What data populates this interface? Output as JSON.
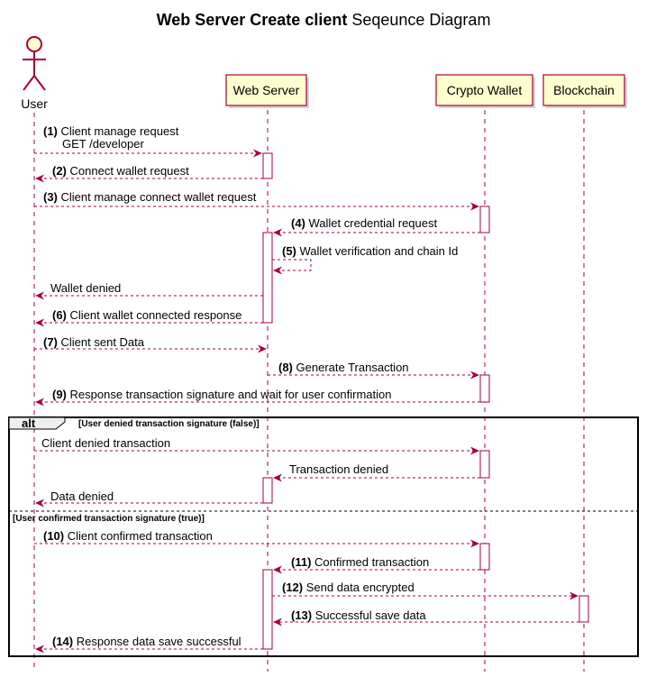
{
  "title_bold": "Web Server Create client",
  "title_rest": "Seqeunce Diagram",
  "participants": {
    "user": "User",
    "web_server": "Web Server",
    "crypto_wallet": "Crypto Wallet",
    "blockchain": "Blockchain"
  },
  "colors": {
    "arrow": "#A80036",
    "box_fill": "#FEFECE",
    "box_stroke": "#A80036"
  },
  "messages": [
    {
      "id": "m1",
      "num": "(1)",
      "lines": [
        "Client manage request",
        "GET /developer"
      ]
    },
    {
      "id": "m2",
      "num": "(2)",
      "lines": [
        "Connect wallet request"
      ]
    },
    {
      "id": "m3",
      "num": "(3)",
      "lines": [
        "Client manage connect wallet request"
      ]
    },
    {
      "id": "m4",
      "num": "(4)",
      "lines": [
        "Wallet credential request"
      ]
    },
    {
      "id": "m5",
      "num": "(5)",
      "lines": [
        "Wallet verification and chain Id"
      ]
    },
    {
      "id": "m_wd",
      "num": "",
      "lines": [
        "Wallet denied"
      ]
    },
    {
      "id": "m6",
      "num": "(6)",
      "lines": [
        "Client wallet connected response"
      ]
    },
    {
      "id": "m7",
      "num": "(7)",
      "lines": [
        "Client sent Data"
      ]
    },
    {
      "id": "m8",
      "num": "(8)",
      "lines": [
        "Generate Transaction"
      ]
    },
    {
      "id": "m9",
      "num": "(9)",
      "lines": [
        "Response transaction signature and wait for user confirmation"
      ]
    },
    {
      "id": "m_cd",
      "num": "",
      "lines": [
        "Client denied transaction"
      ]
    },
    {
      "id": "m_td",
      "num": "",
      "lines": [
        "Transaction denied"
      ]
    },
    {
      "id": "m_dd",
      "num": "",
      "lines": [
        "Data denied"
      ]
    },
    {
      "id": "m10",
      "num": "(10)",
      "lines": [
        "Client confirmed transaction"
      ]
    },
    {
      "id": "m11",
      "num": "(11)",
      "lines": [
        "Confirmed transaction"
      ]
    },
    {
      "id": "m12",
      "num": "(12)",
      "lines": [
        "Send data encrypted"
      ]
    },
    {
      "id": "m13",
      "num": "(13)",
      "lines": [
        "Successful save data"
      ]
    },
    {
      "id": "m14",
      "num": "(14)",
      "lines": [
        "Response data save successful"
      ]
    }
  ],
  "alt": {
    "keyword": "alt",
    "guard1": "[User denied transaction signature (false)]",
    "guard2": "[User confirmed transaction signature (true)]"
  }
}
